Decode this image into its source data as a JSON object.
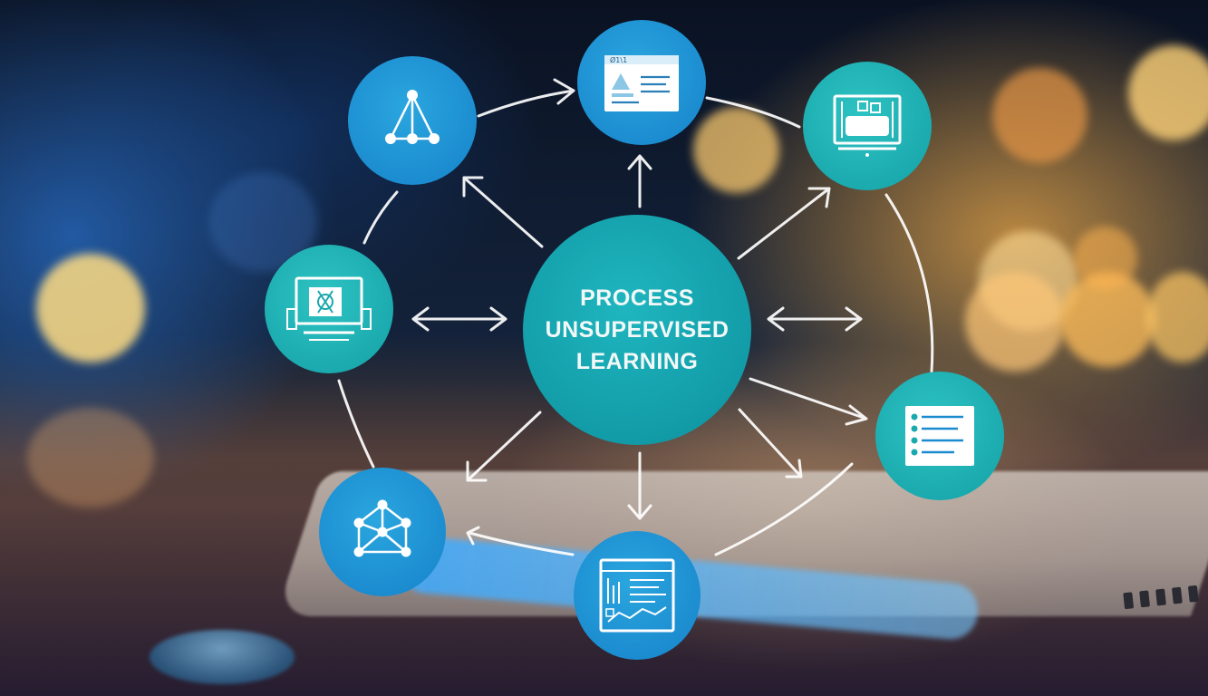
{
  "diagram": {
    "center_node": {
      "lines": [
        "PROCESS",
        "UNSUPERVISED",
        "LEARNING"
      ]
    },
    "nodes": [
      {
        "id": "network-triangle",
        "icon": "network-triangle-icon",
        "color": "#1b8bcf"
      },
      {
        "id": "web-document",
        "icon": "web-document-icon",
        "color": "#1b8bcf"
      },
      {
        "id": "laptop-display",
        "icon": "laptop-screen-icon",
        "color": "#1aa9ad"
      },
      {
        "id": "desktop-monitor",
        "icon": "desktop-monitor-icon",
        "color": "#1aa9ad"
      },
      {
        "id": "checklist",
        "icon": "checklist-icon",
        "color": "#1aa9ad"
      },
      {
        "id": "cube-graph",
        "icon": "cube-graph-icon",
        "color": "#1b8bcf"
      },
      {
        "id": "data-dashboard",
        "icon": "dashboard-icon",
        "color": "#1b8bcf"
      }
    ],
    "web_document_caption": "Ø1\\1",
    "colors": {
      "center": "#119aa6",
      "node_blue": "#1b8bcf",
      "node_teal": "#1aa9ad",
      "connector": "#ffffff"
    }
  }
}
